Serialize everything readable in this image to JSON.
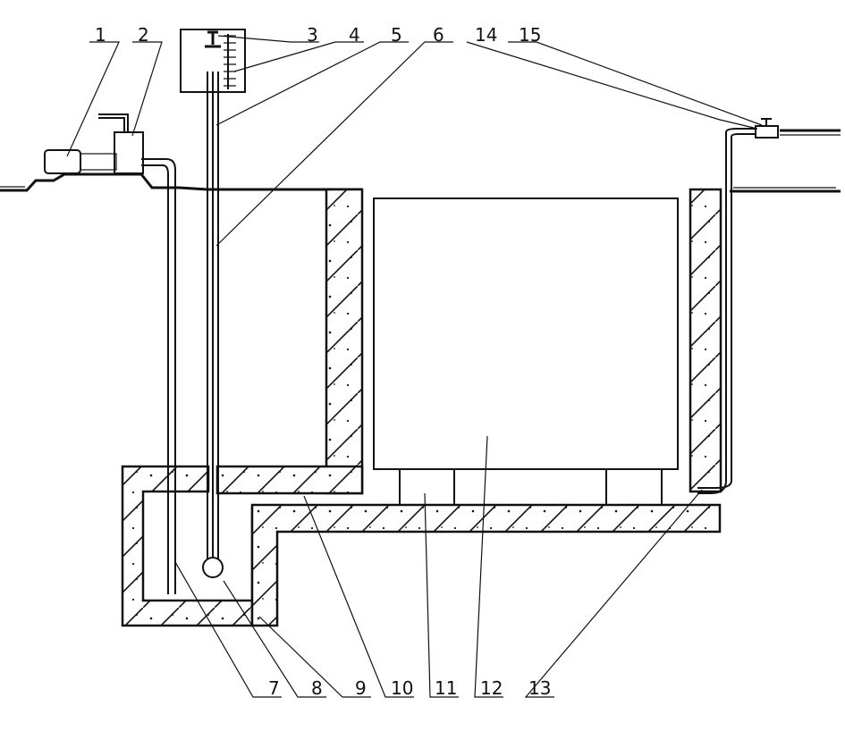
{
  "callouts": {
    "c1": "1",
    "c2": "2",
    "c3": "3",
    "c4": "4",
    "c5": "5",
    "c6": "6",
    "c14": "14",
    "c15": "15",
    "c7": "7",
    "c8": "8",
    "c9": "9",
    "c10": "10",
    "c11": "11",
    "c12": "12",
    "c13": "13"
  }
}
